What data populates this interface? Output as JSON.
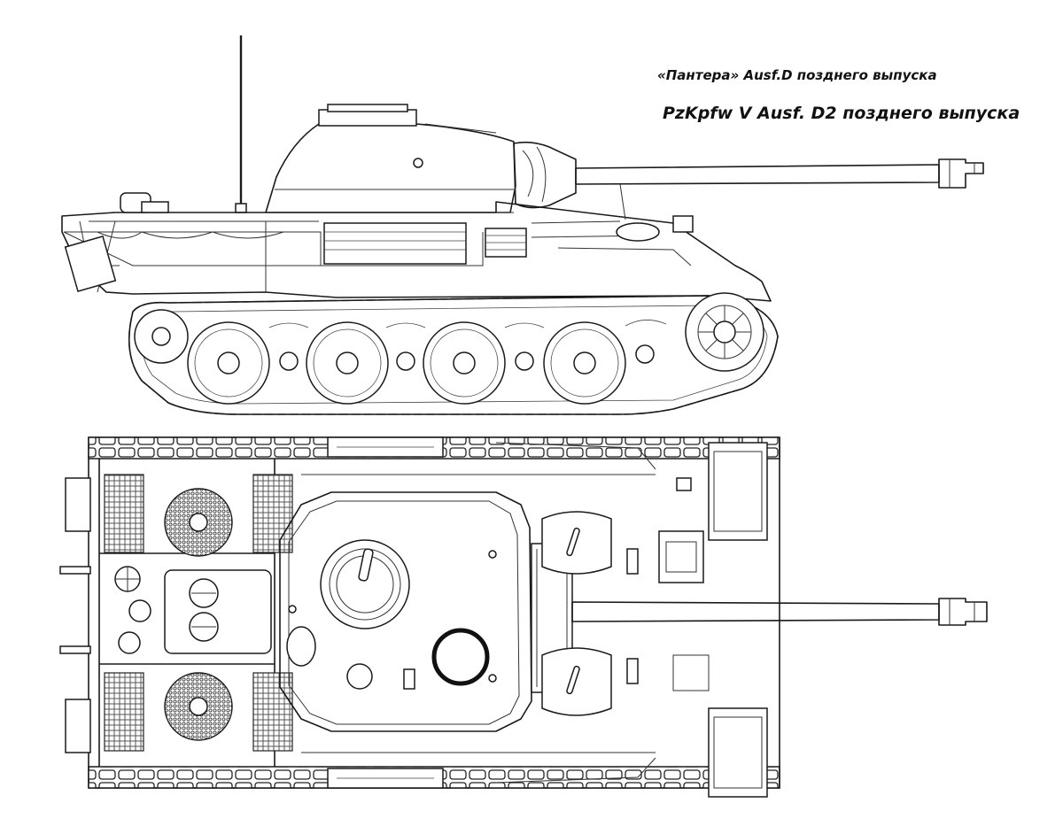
{
  "captions": {
    "variant_ru": "«Пантера» Ausf.D позднего выпуска",
    "designation": "PzKpfw V Ausf. D2  позднего выпуска"
  },
  "views": [
    "side",
    "top"
  ]
}
